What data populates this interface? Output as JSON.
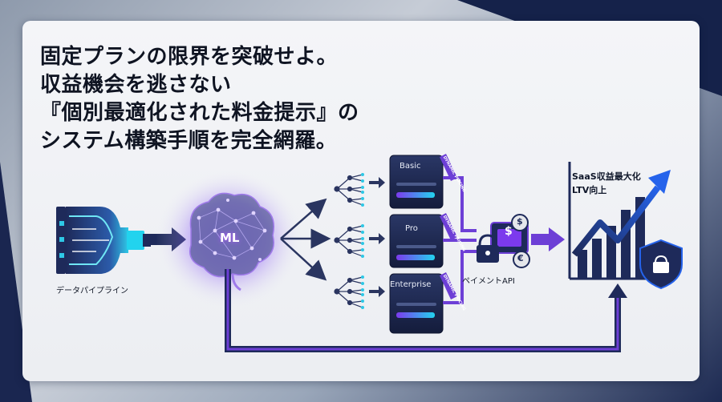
{
  "headline": {
    "line1": "固定プランの限界を突破せよ。",
    "line2": "収益機会を逃さない",
    "line3": "『個別最適化された料金提示』の",
    "line4": "システム構築手順を完全網羅。"
  },
  "pipeline": {
    "label": "データパイプライン"
  },
  "ml": {
    "label": "ML"
  },
  "plans": [
    {
      "name": "Basic",
      "tag": "DYNAMIC PRICING"
    },
    {
      "name": "Pro",
      "tag": "DYNAMIC PRICING"
    },
    {
      "name": "Enterprise",
      "tag": "DYNAMIC PRICING"
    }
  ],
  "payment": {
    "label": "ペイメントAPI",
    "dollar": "$",
    "euro": "€"
  },
  "result": {
    "line1": "SaaS収益最大化",
    "line2": "LTV向上"
  },
  "colors": {
    "navy": "#1e2a5a",
    "purple": "#6d3fd6",
    "cyan": "#2ec8e6",
    "violet": "#a855f7"
  },
  "icons": [
    "funnel-icon",
    "brain-icon",
    "decision-tree-icon",
    "price-card-icon",
    "lock-icon",
    "dollar-coin-icon",
    "euro-coin-icon",
    "growth-chart-icon",
    "shield-lock-icon"
  ]
}
